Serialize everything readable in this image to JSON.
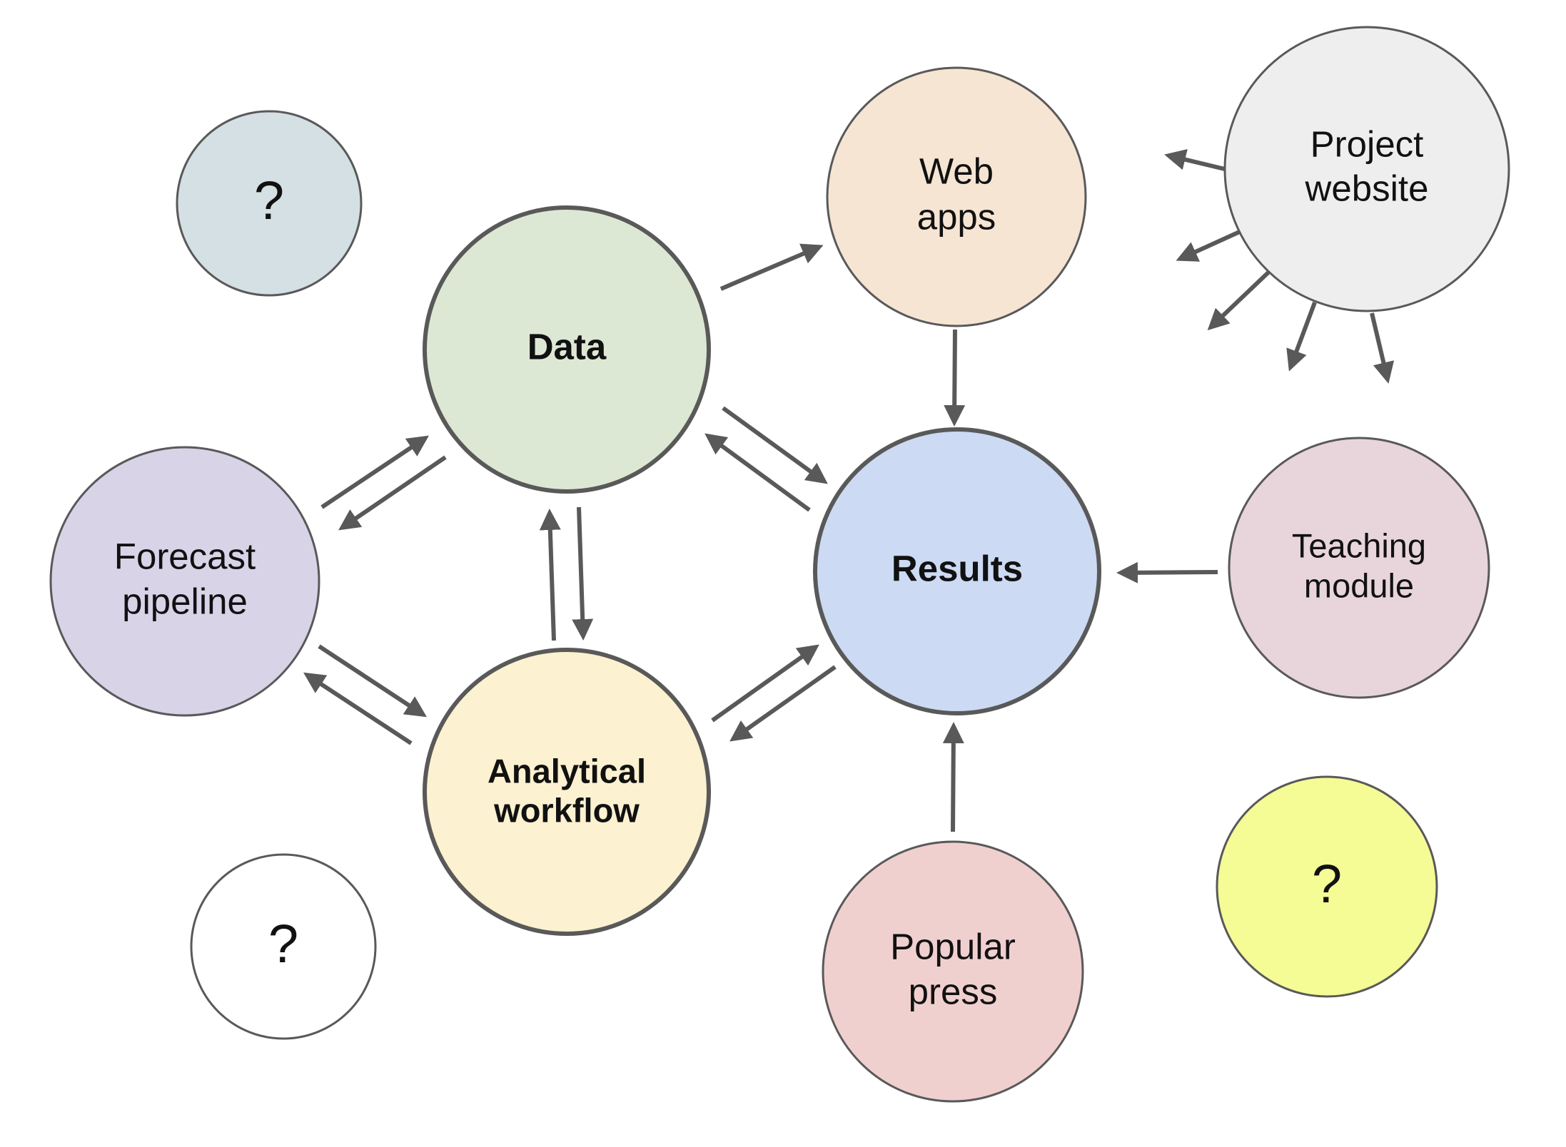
{
  "nodes": {
    "data": {
      "label": "Data",
      "color": "#dde8d4"
    },
    "web_apps": {
      "line1": "Web",
      "line2": "apps",
      "color": "#f6e5d3"
    },
    "project_website": {
      "line1": "Project",
      "line2": "website",
      "color": "#eeeeee"
    },
    "results": {
      "label": "Results",
      "color": "#ccdaf3"
    },
    "teaching_module": {
      "line1": "Teaching",
      "line2": "module",
      "color": "#e8d5dc"
    },
    "forecast_pipeline": {
      "line1": "Forecast",
      "line2": "pipeline",
      "color": "#d9d3e8"
    },
    "analytical_workflow": {
      "line1": "Analytical",
      "line2": "workflow",
      "color": "#fcf1d0"
    },
    "popular_press": {
      "line1": "Popular",
      "line2": "press",
      "color": "#f0d0cf"
    },
    "unknown_top_left": {
      "label": "?",
      "color": "#d4e0e3"
    },
    "unknown_bottom_left": {
      "label": "?",
      "color": "#ffffff"
    },
    "unknown_bottom_right": {
      "label": "?",
      "color": "#f5fb95"
    }
  },
  "edges": [
    {
      "from": "Data",
      "to": "Web apps"
    },
    {
      "from": "Web apps",
      "to": "Results"
    },
    {
      "from": "Data",
      "to": "Results"
    },
    {
      "from": "Results",
      "to": "Data"
    },
    {
      "from": "Forecast pipeline",
      "to": "Data"
    },
    {
      "from": "Data",
      "to": "Forecast pipeline"
    },
    {
      "from": "Data",
      "to": "Analytical workflow"
    },
    {
      "from": "Analytical workflow",
      "to": "Data"
    },
    {
      "from": "Forecast pipeline",
      "to": "Analytical workflow"
    },
    {
      "from": "Analytical workflow",
      "to": "Forecast pipeline"
    },
    {
      "from": "Analytical workflow",
      "to": "Results"
    },
    {
      "from": "Results",
      "to": "Analytical workflow"
    },
    {
      "from": "Teaching module",
      "to": "Results"
    },
    {
      "from": "Popular press",
      "to": "Results"
    },
    {
      "from": "Project website",
      "to": "(outward)"
    }
  ],
  "colors": {
    "edge": "#595959",
    "outline": "#595959"
  }
}
